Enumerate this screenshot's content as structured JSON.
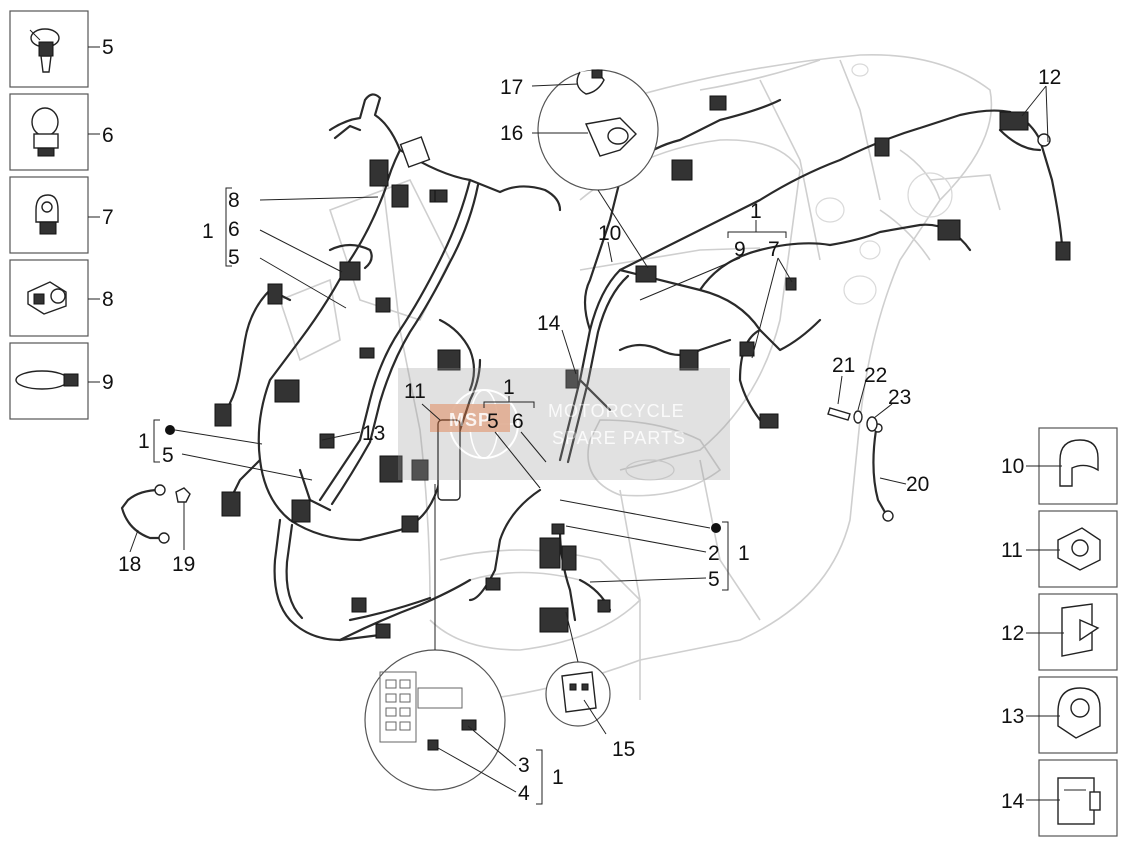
{
  "callouts": {
    "legend": [
      "5",
      "6",
      "7",
      "8",
      "9"
    ],
    "right_legend": [
      "10",
      "11",
      "12",
      "13",
      "14"
    ],
    "main": {
      "n1_a": "1",
      "n8": "8",
      "n6": "6",
      "n5_a": "5",
      "n17": "17",
      "n16": "16",
      "n10": "10",
      "n1_b": "1",
      "n9": "9",
      "n7": "7",
      "n12": "12",
      "n14": "14",
      "n11": "11",
      "n1_c": "1",
      "n5_b": "5",
      "n6_b": "6",
      "n13": "13",
      "n1_d": "1",
      "n5_c": "5",
      "n21": "21",
      "n22": "22",
      "n23": "23",
      "n20": "20",
      "n18": "18",
      "n19": "19",
      "n2": "2",
      "n1_e": "1",
      "n5_d": "5",
      "n15": "15",
      "n3": "3",
      "n1_f": "1",
      "n4": "4"
    }
  },
  "watermark": {
    "logo_text": "MSP",
    "line1": "MOTORCYCLE",
    "line2": "SPARE PARTS"
  }
}
